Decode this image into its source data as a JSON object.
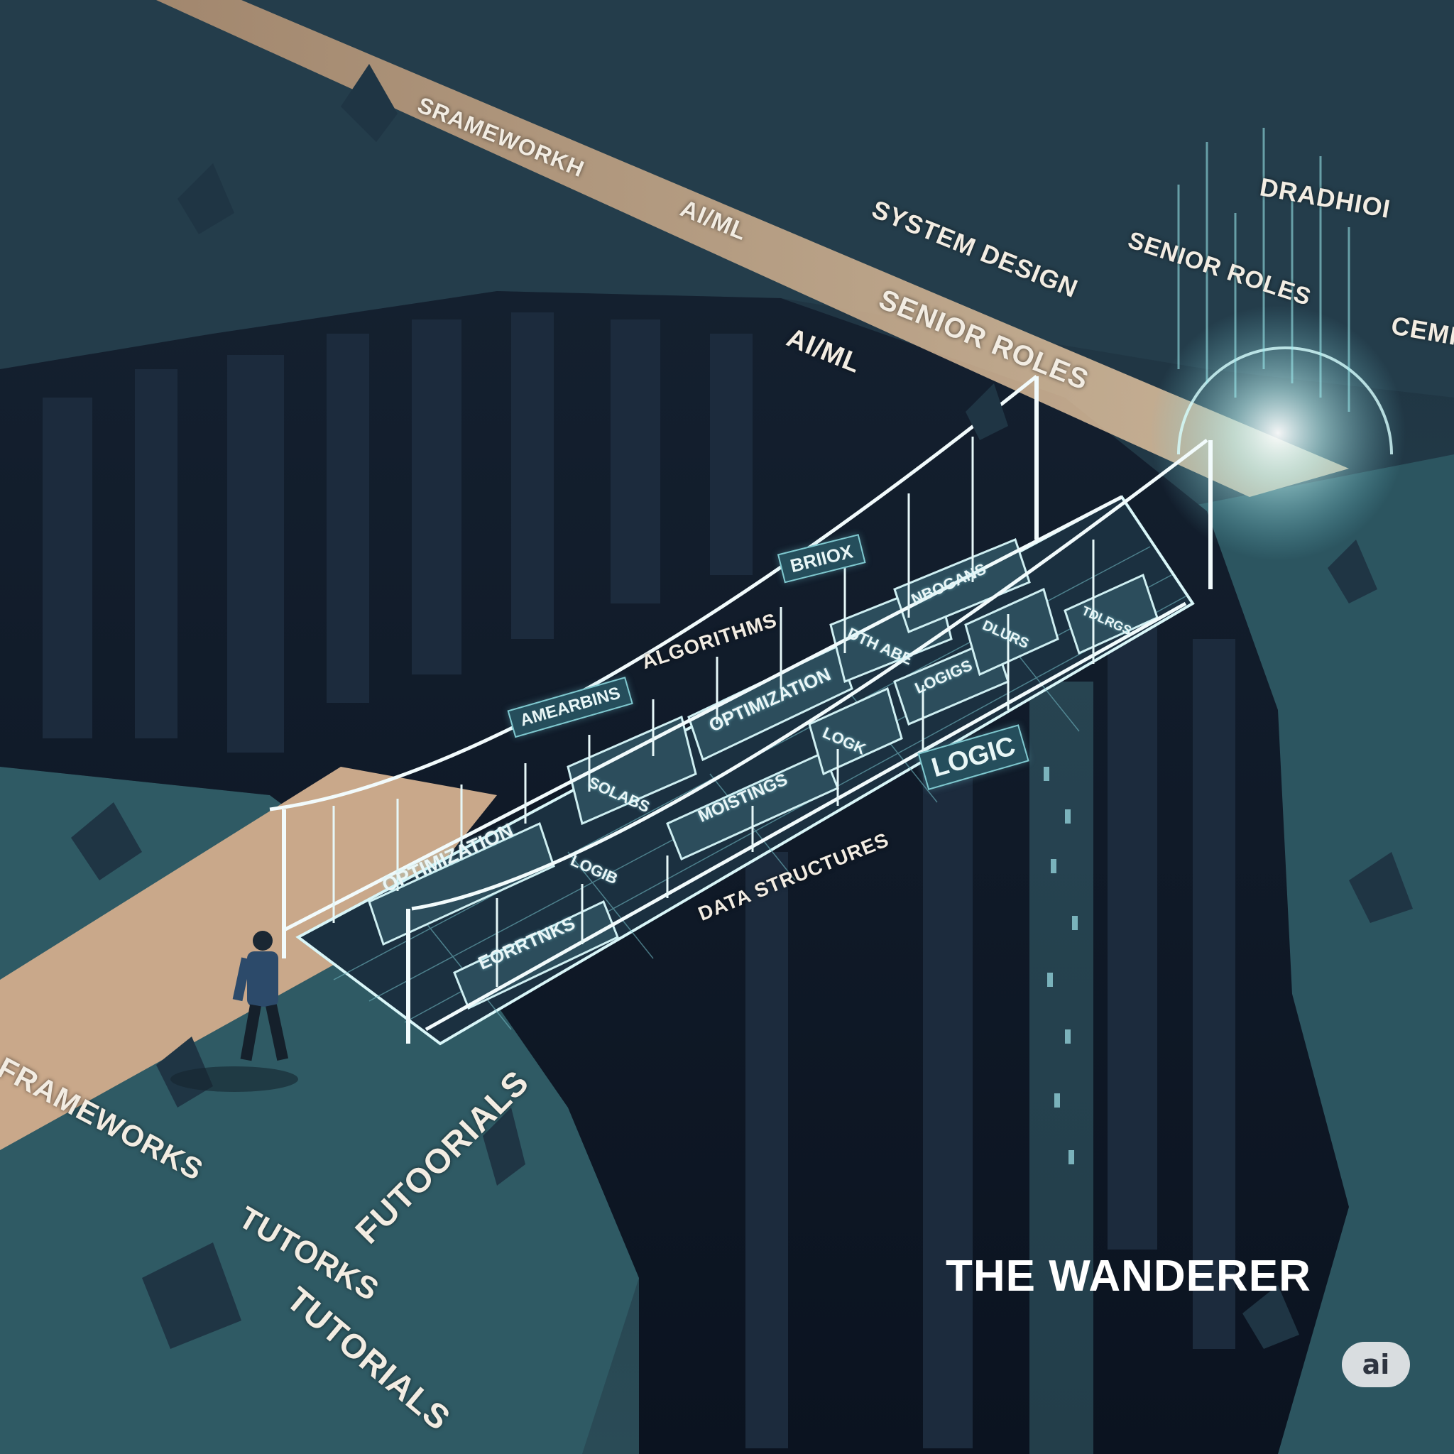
{
  "scene": {
    "title": "THE WANDERER",
    "badge": "ai",
    "path_labels": [
      "SRAMEWORKH",
      "AI/ML",
      "SYSTEM DESIGN",
      "SENIOR ROLES",
      "AI/ML",
      "FRAMEWORKS",
      "FUTOORIALS",
      "TUTORKS",
      "TUTORIALS"
    ],
    "right_labels": [
      "DRADHIOI",
      "SENIOR ROLES",
      "CEMI"
    ],
    "bridge_tags": [
      "AMEARBINS",
      "ALGORITHMS",
      "BRIIOX",
      "LOGIC",
      "DATA STRUCTURES"
    ],
    "block_labels": [
      "OPTIMIZATION",
      "LOGIB",
      "EORRTNKS",
      "SOLABS",
      "MOISTINGS",
      "OPTIMIZATION",
      "LOGK",
      "DTH ABE",
      "LOGIGS",
      "NBOGANS",
      "DLURS",
      "TDLRGS"
    ],
    "colors": {
      "sky": "#1e3140",
      "ground": "#2f5a64",
      "chasm": "#0f1a2a",
      "path": "#c9a88a",
      "glow": "#bff4f4"
    }
  }
}
